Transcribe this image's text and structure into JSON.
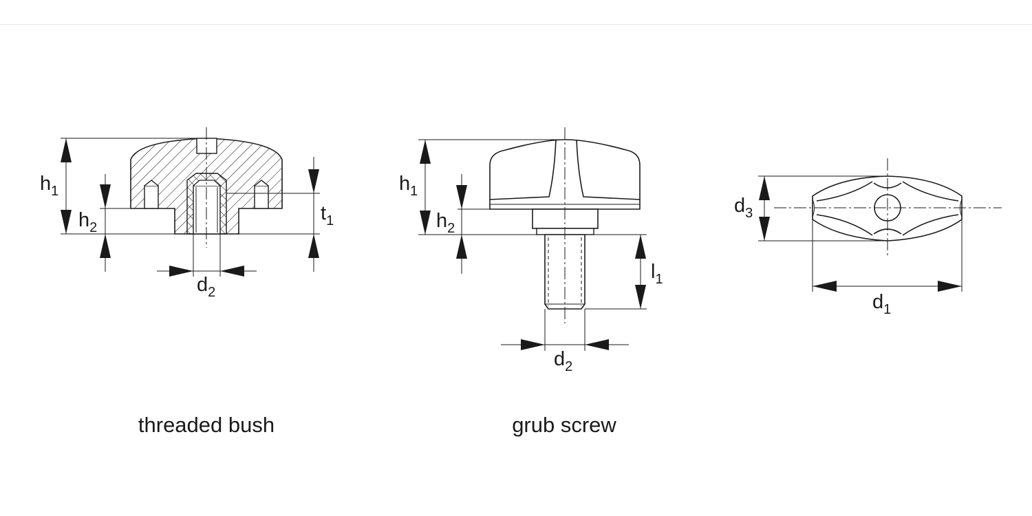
{
  "drawings": [
    {
      "caption": "threaded bush",
      "dims": {
        "h1": [
          "h",
          "1"
        ],
        "h2": [
          "h",
          "2"
        ],
        "t1": [
          "t",
          "1"
        ],
        "d2": [
          "d",
          "2"
        ]
      }
    },
    {
      "caption": "grub screw",
      "dims": {
        "h1": [
          "h",
          "1"
        ],
        "h2": [
          "h",
          "2"
        ],
        "l1": [
          "l",
          "1"
        ],
        "d2": [
          "d",
          "2"
        ]
      }
    },
    {
      "caption": "",
      "dims": {
        "d3": [
          "d",
          "3"
        ],
        "d1": [
          "d",
          "1"
        ]
      }
    }
  ]
}
